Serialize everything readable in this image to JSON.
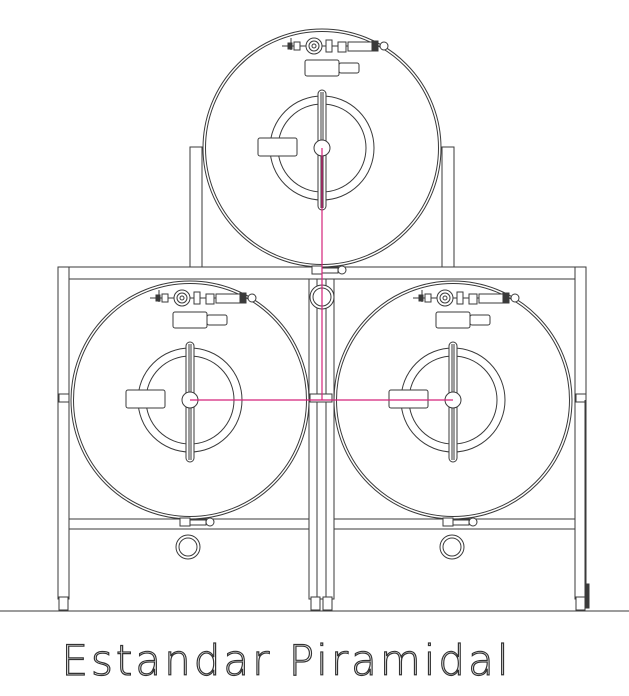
{
  "caption": "Estandar Piramidal",
  "colors": {
    "line": "#3a3a3a",
    "axis": "#d4237a",
    "background": "#ffffff"
  },
  "tanks": [
    {
      "position": "top"
    },
    {
      "position": "bottom-left"
    },
    {
      "position": "bottom-right"
    }
  ]
}
